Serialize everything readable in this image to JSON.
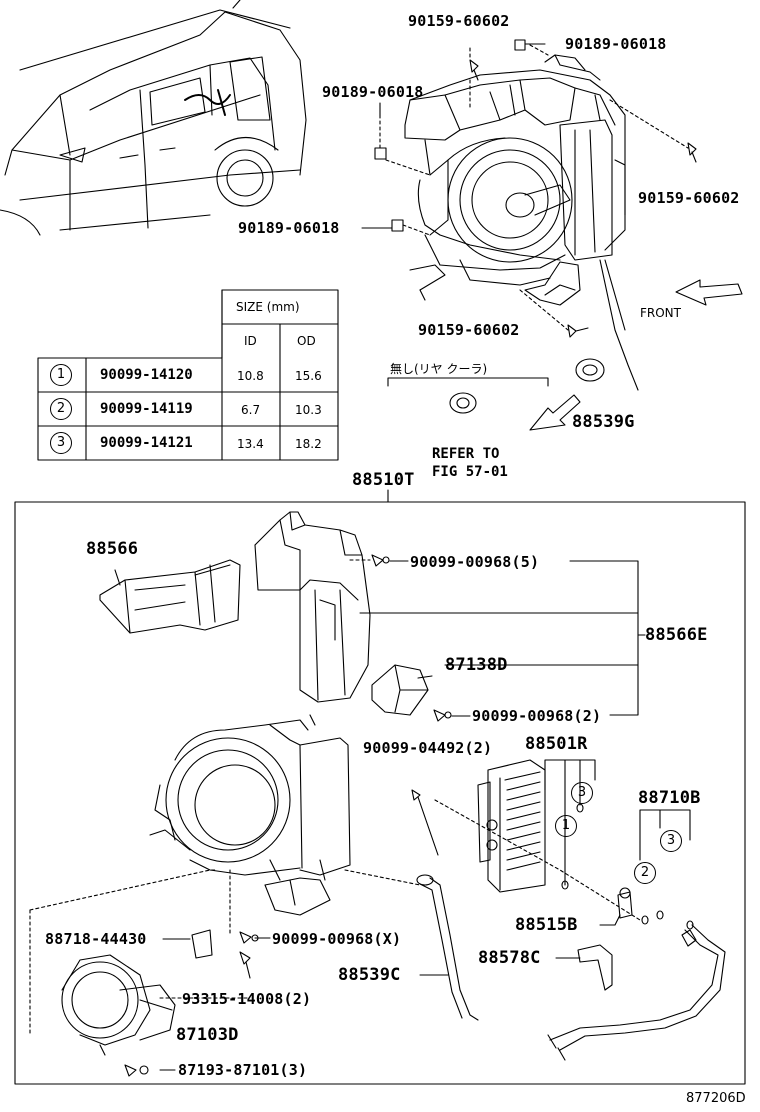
{
  "labels": {
    "p90159_top": "90159-60602",
    "p90189_top": "90189-06018",
    "p90189_left1": "90189-06018",
    "p90159_right": "90159-60602",
    "p90189_left2": "90189-06018",
    "front": "FRONT",
    "p90159_bottom": "90159-60602",
    "nashi": "無し(リヤ クーラ)",
    "p88539g": "88539G",
    "refer_line1": "REFER TO",
    "refer_line2": "FIG 57-01",
    "p88510t": "88510T",
    "p88566": "88566",
    "p90099_00968_5": "90099-00968(5)",
    "p88566e": "88566E",
    "p87138d": "87138D",
    "p90099_00968_2": "90099-00968(2)",
    "p90099_04492_2": "90099-04492(2)",
    "p88501r": "88501R",
    "p88710b": "88710B",
    "p88515b": "88515B",
    "p88718": "88718-44430",
    "p90099_00968_x": "90099-00968(X)",
    "p88578c": "88578C",
    "p88539c": "88539C",
    "p93315": "93315-14008(2)",
    "p87103d": "87103D",
    "p87193": "87193-87101(3)",
    "figure_no": "877206D"
  },
  "callouts": {
    "c1": "1",
    "c2": "2",
    "c3": "3"
  },
  "size_table": {
    "header": "SIZE (mm)",
    "col_id": "ID",
    "col_od": "OD",
    "rows": [
      {
        "no": "1",
        "part": "90099-14120",
        "id": "10.8",
        "od": "15.6"
      },
      {
        "no": "2",
        "part": "90099-14119",
        "id": "6.7",
        "od": "10.3"
      },
      {
        "no": "3",
        "part": "90099-14121",
        "id": "13.4",
        "od": "18.2"
      }
    ]
  }
}
